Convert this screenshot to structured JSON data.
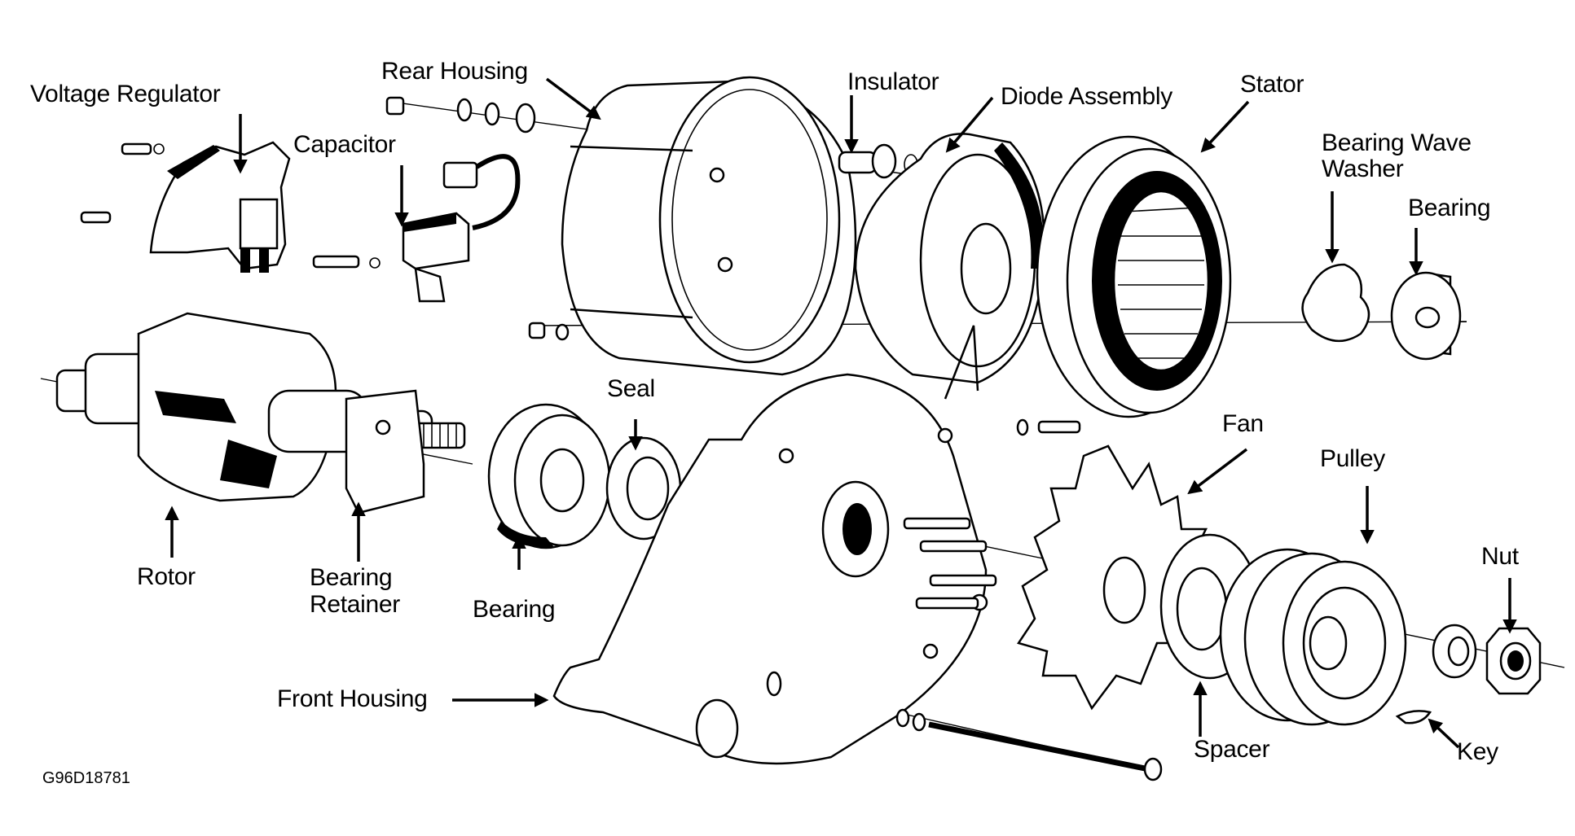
{
  "figure_code": "G96D18781",
  "parts": {
    "voltage_regulator": "Voltage Regulator",
    "rear_housing": "Rear Housing",
    "capacitor": "Capacitor",
    "insulator": "Insulator",
    "diode_assembly": "Diode Assembly",
    "stator": "Stator",
    "bearing_wave_washer": "Bearing Wave\nWasher",
    "bearing_rear": "Bearing",
    "rotor": "Rotor",
    "bearing_retainer": "Bearing\nRetainer",
    "bearing_front": "Bearing",
    "seal": "Seal",
    "fan": "Fan",
    "pulley": "Pulley",
    "nut": "Nut",
    "front_housing": "Front Housing",
    "spacer": "Spacer",
    "key": "Key"
  }
}
